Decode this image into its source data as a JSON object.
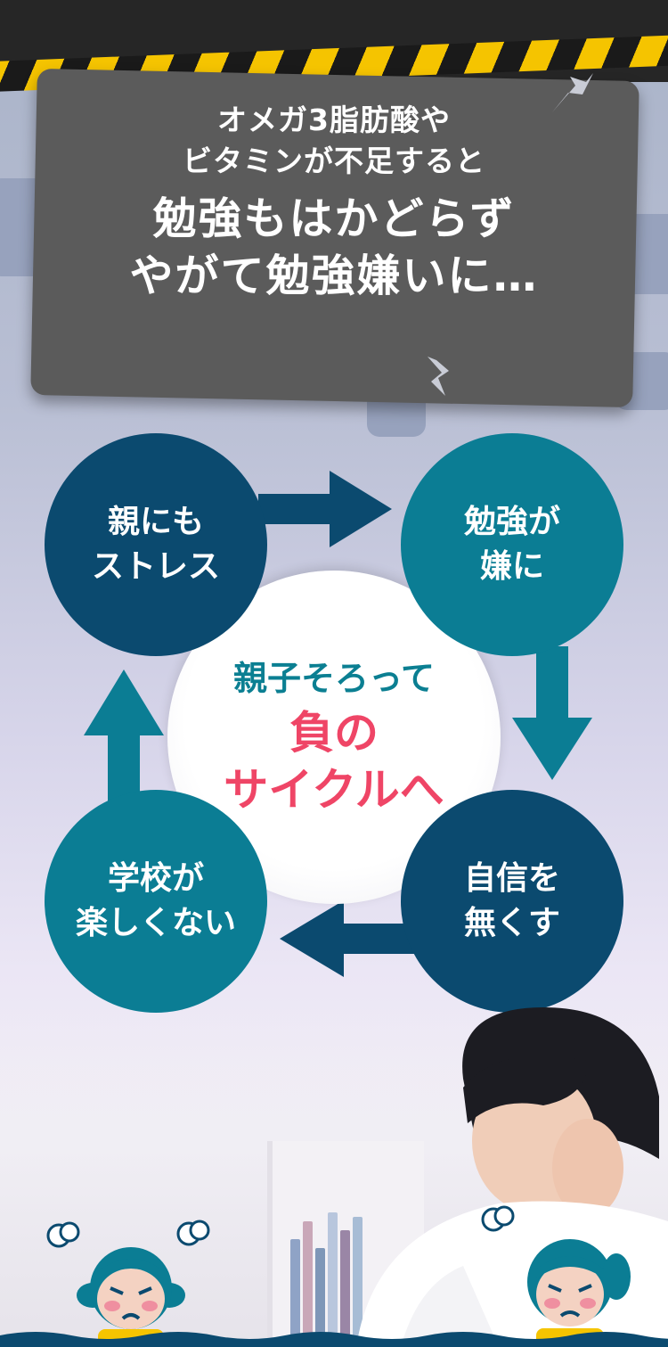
{
  "sign": {
    "line1": "オメガ3脂肪酸や",
    "line2": "ビタミンが不足すると",
    "line3": "勉強もはかどらず",
    "line4": "やがて勉強嫌いに…"
  },
  "center": {
    "line1": "親子そろって",
    "line2": "負の",
    "line3": "サイクルへ"
  },
  "nodes": {
    "top_left": {
      "line1": "親にも",
      "line2": "ストレス"
    },
    "top_right": {
      "line1": "勉強が",
      "line2": "嫌に"
    },
    "bottom_right": {
      "line1": "自信を",
      "line2": "無くす"
    },
    "bottom_left": {
      "line1": "学校が",
      "line2": "楽しくない"
    }
  },
  "colors": {
    "navy": "#0b4a6f",
    "teal": "#0b7d94",
    "accent_red": "#ef4566",
    "sign_gray": "#5b5b5b",
    "hazard_yellow": "#f5c400"
  },
  "icons": [
    "steam-puff-icon",
    "angry-girl-illustration",
    "boy-photo"
  ]
}
